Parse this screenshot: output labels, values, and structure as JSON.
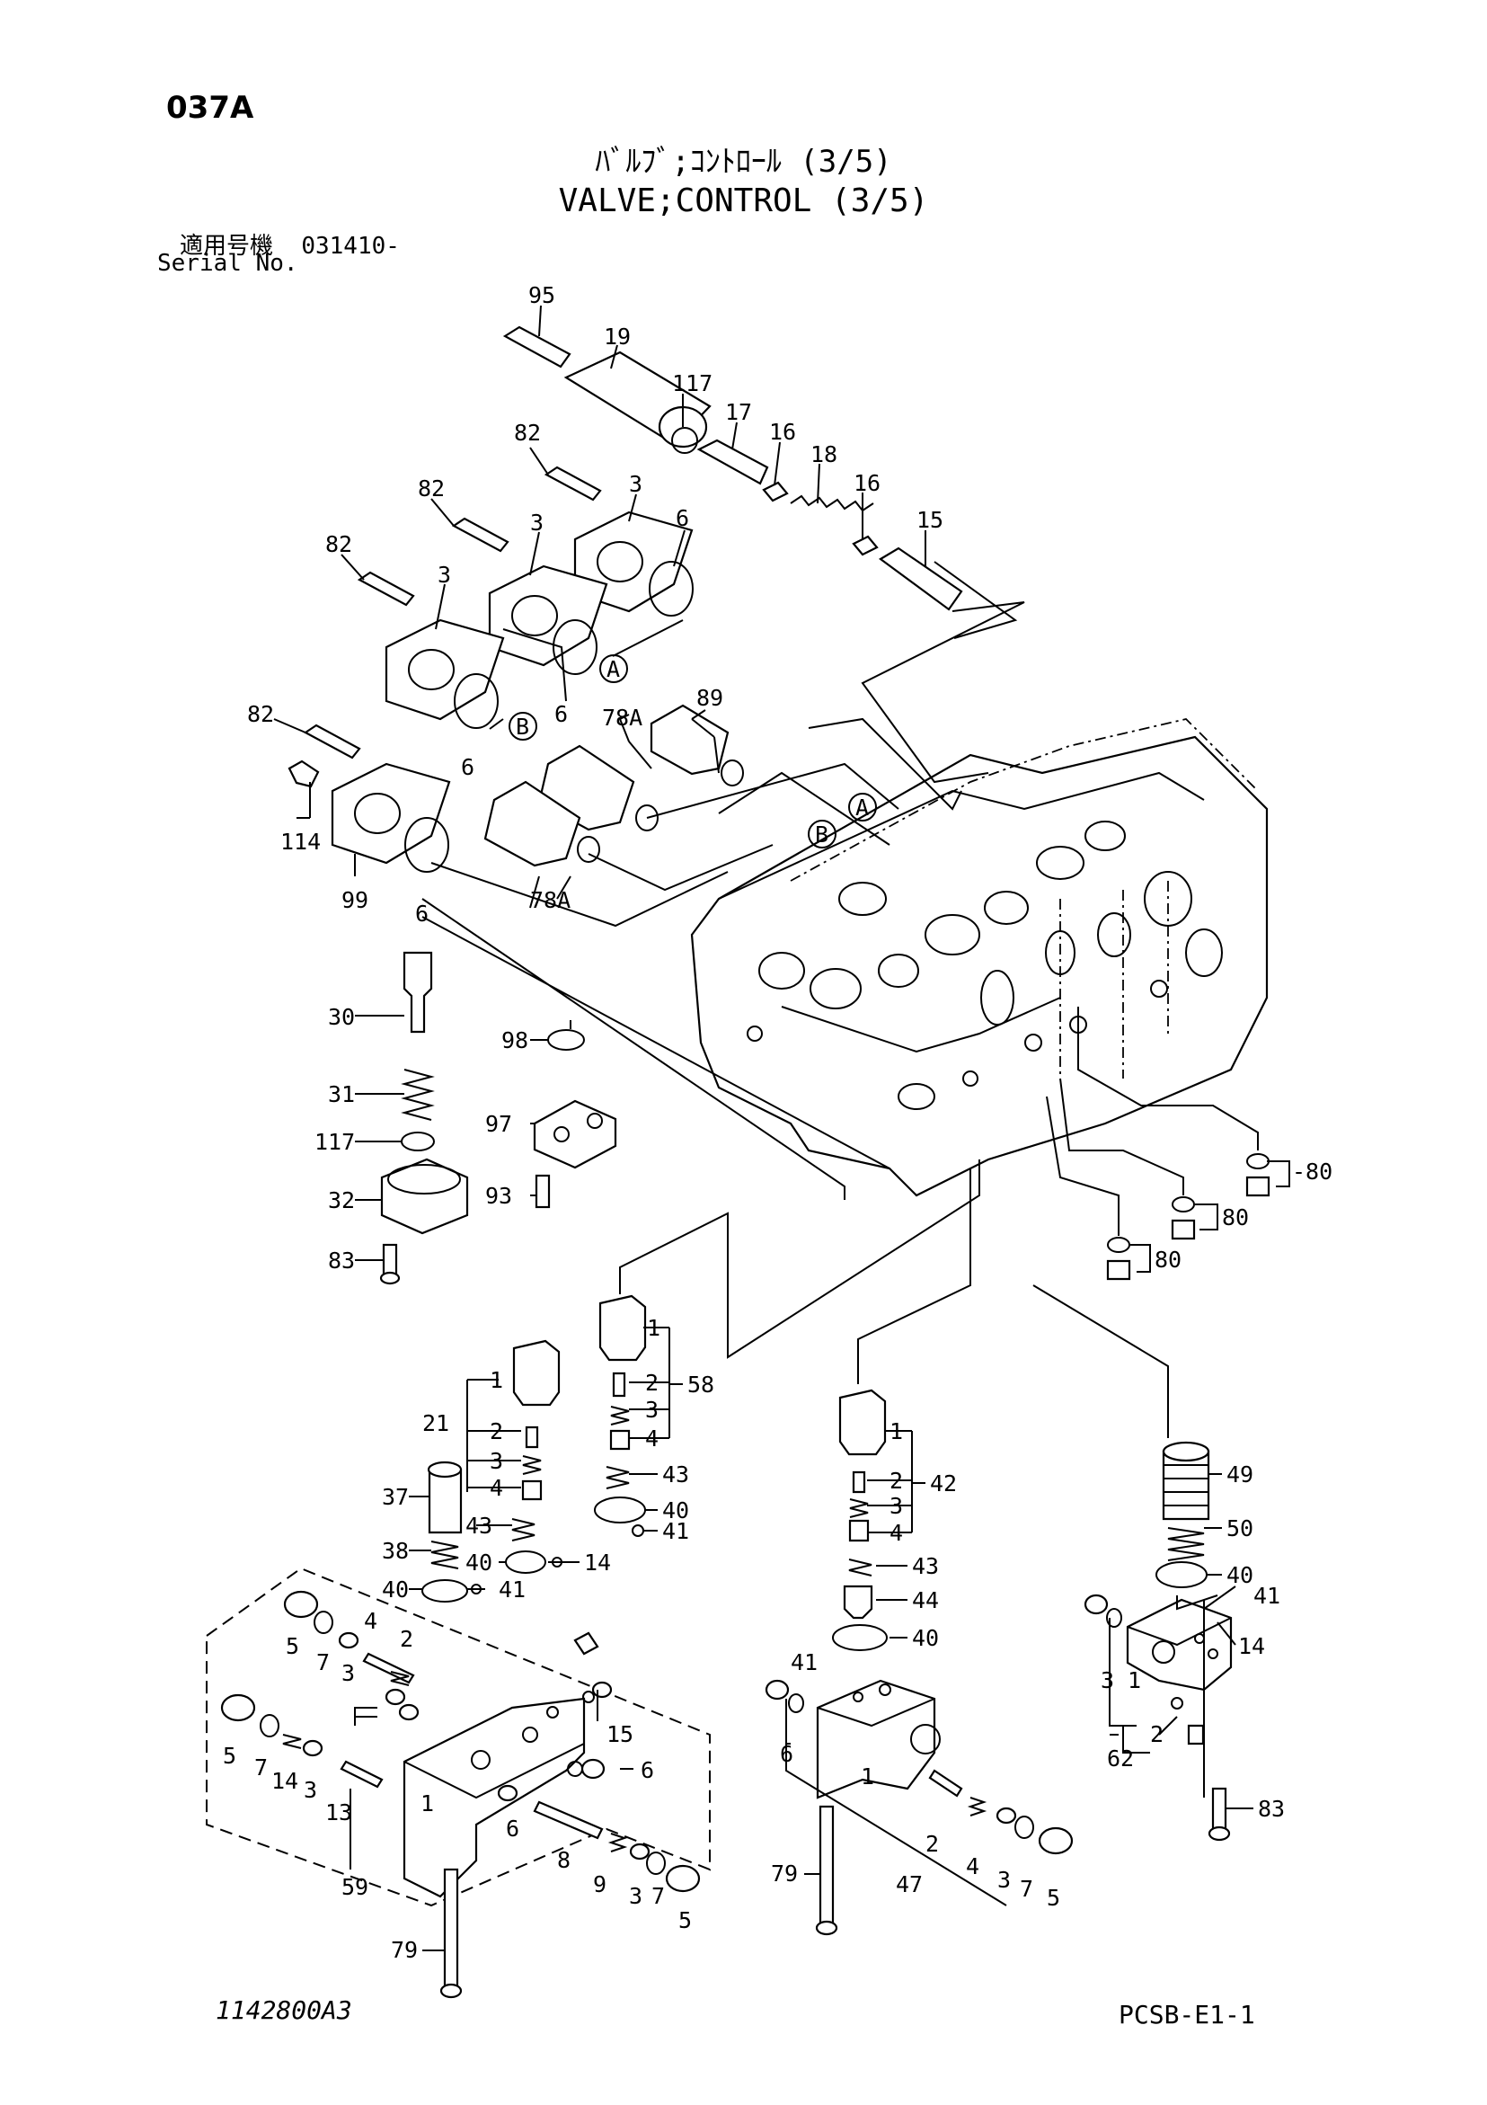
{
  "header": {
    "page_code": "037A",
    "title_jp": "ﾊﾞﾙﾌﾞ;ｺﾝﾄﾛｰﾙ (3/5)",
    "title_en": "VALVE;CONTROL (3/5)",
    "serial_label_jp": "適用号機",
    "serial_value": "031410-",
    "serial_label_en": "Serial No."
  },
  "footer": {
    "drawing_number": "1142800A3",
    "page_ref": "PCSB-E1-1"
  },
  "callouts": {
    "c95": "95",
    "c19": "19",
    "c117a": "117",
    "c17": "17",
    "c16a": "16",
    "c18": "18",
    "c16b": "16",
    "c15a": "15",
    "c82a": "82",
    "c3a": "3",
    "c82b": "82",
    "c3b": "3",
    "c6a": "6",
    "c82c": "82",
    "c3c": "3",
    "cA1": "A",
    "c6b": "6",
    "cB1": "B",
    "c6c": "6",
    "c78Aa": "78A",
    "c89": "89",
    "c82d": "82",
    "c114": "114",
    "c99": "99",
    "c78Ab": "78A",
    "cA2": "A",
    "cB2": "B",
    "c6d": "6",
    "c30": "30",
    "c31": "31",
    "c117b": "117",
    "c32": "32",
    "c83a": "83",
    "c98": "98",
    "c97": "97",
    "c93": "93",
    "c80a": "-80",
    "c80b": "80",
    "c80c": "80",
    "c58_1": "1",
    "c58_2": "2",
    "c58_3": "3",
    "c58_4": "4",
    "c58": "58",
    "c43a": "43",
    "c40a": "40",
    "c41a": "41",
    "c21": "21",
    "c21_1": "1",
    "c21_2": "2",
    "c21_3": "3",
    "c21_4": "4",
    "c37": "37",
    "c43b": "43",
    "c38": "38",
    "c40b": "40",
    "c14a": "14",
    "c40c": "40",
    "c41b": "41",
    "c5a": "5",
    "c7a": "7",
    "c3d": "3",
    "c4a": "4",
    "c2a": "2",
    "c15b": "15",
    "c5b": "5",
    "c7b": "7",
    "c14b": "14",
    "c3e": "3",
    "c13": "13",
    "c6e": "6",
    "c1a": "1",
    "c6f": "6",
    "c8": "8",
    "c9": "9",
    "c3f": "3",
    "c7c": "7",
    "c5c": "5",
    "c59": "59",
    "c79a": "79",
    "c42_1": "1",
    "c42_2": "2",
    "c42_3": "3",
    "c42_4": "4",
    "c42": "42",
    "c43c": "43",
    "c44": "44",
    "c40d": "40",
    "c41c": "41",
    "c6g": "6",
    "c2b": "2",
    "c4b": "4",
    "c3g": "3",
    "c7d": "7",
    "c5d": "5",
    "c1b": "1",
    "c47": "47",
    "c79b": "79",
    "c49": "49",
    "c50": "50",
    "c40e": "40",
    "c41d": "41",
    "c14c": "14",
    "c3h": "3",
    "c1c": "1",
    "c2c": "2",
    "c62": "62",
    "c83b": "83"
  }
}
